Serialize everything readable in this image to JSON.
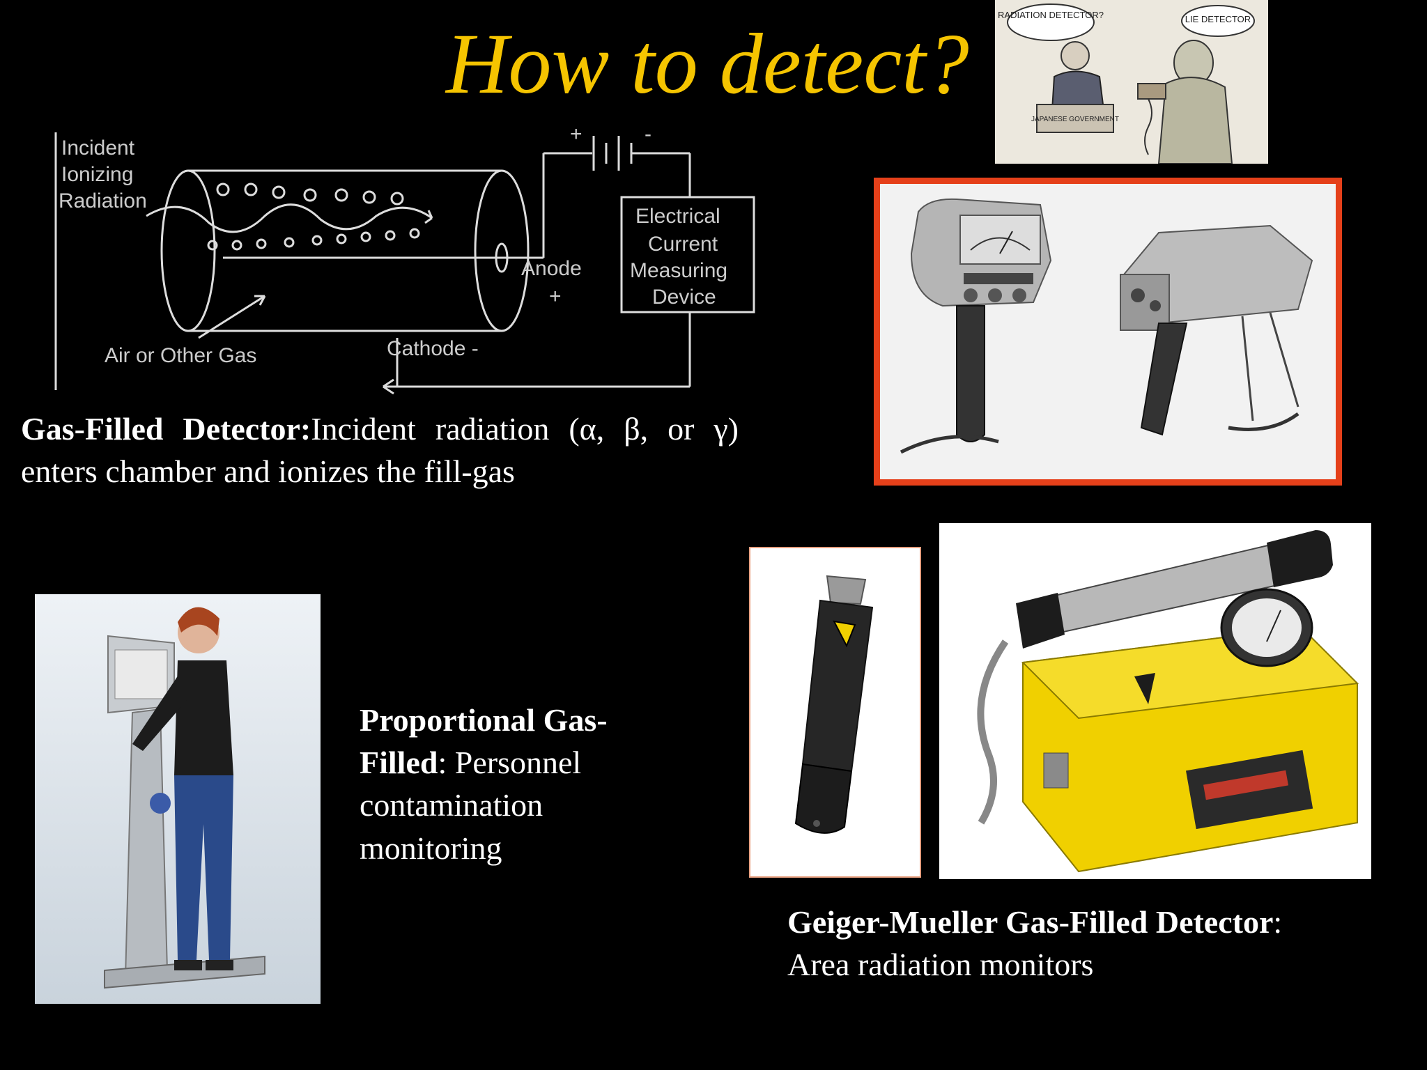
{
  "slide": {
    "title": "How to detect?",
    "colors": {
      "background": "#000000",
      "title": "#f5c400",
      "frame": "#e5401a",
      "device_yellow": "#f0d000"
    }
  },
  "cartoon": {
    "bubble_left": "RADIATION DETECTOR?",
    "bubble_right": "LIE DETECTOR",
    "podium_label": "JAPANESE GOVERNMENT"
  },
  "diagram": {
    "label_incident": [
      "Incident",
      "Ionizing",
      "Radiation"
    ],
    "label_gas": "Air or Other Gas",
    "label_anode": [
      "Anode",
      "+"
    ],
    "label_cathode": "Cathode -",
    "label_device": [
      "Electrical",
      "Current",
      "Measuring",
      "Device"
    ],
    "battery_plus": "+",
    "battery_minus": "-"
  },
  "gas_filled": {
    "bold": "Gas-Filled Detector:",
    "text": "Incident radiation (α, β, or γ) enters chamber and ionizes the fill-gas"
  },
  "proportional": {
    "bold": "Proportional Gas-Filled",
    "text": ": Personnel contamination monitoring"
  },
  "geiger": {
    "bold": "Geiger-Mueller Gas-Filled Detector",
    "text": ": Area radiation monitors"
  }
}
